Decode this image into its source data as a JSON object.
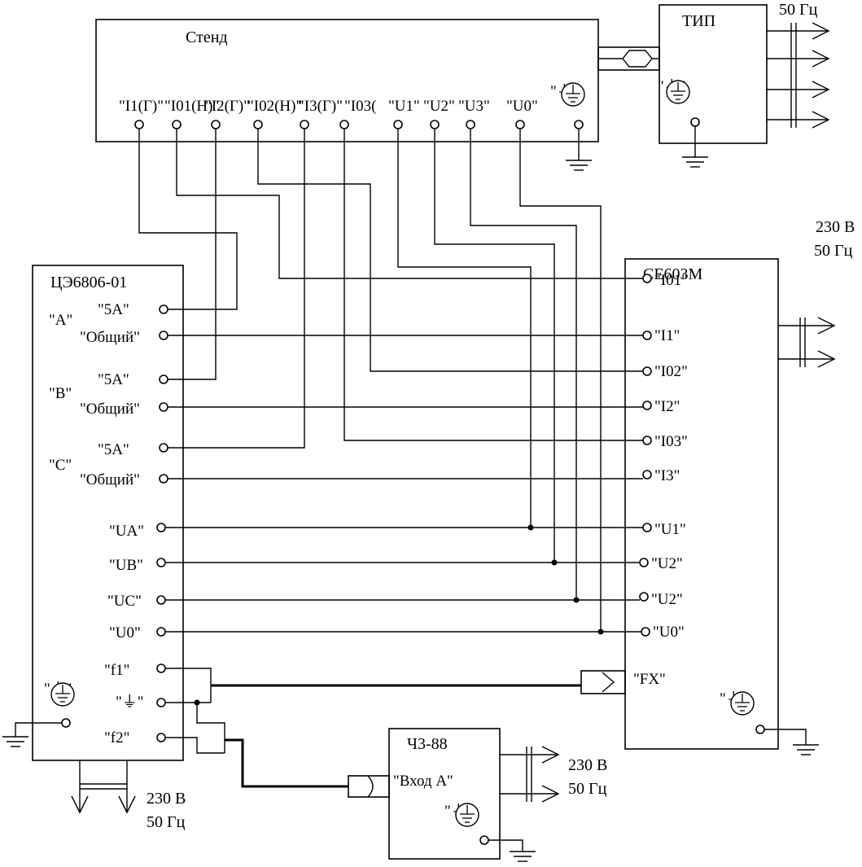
{
  "stend": {
    "title": "Стенд",
    "terminals": [
      "\"I1(Г)\"",
      "\"I01(Н)\"",
      "\"I2(Г)\"",
      "\"I02(Н)\"",
      "\"I3(Г)\"",
      "\"I03(",
      "\"U1\"",
      "\"U2\"",
      "\"U3\"",
      "\"U0\"",
      "\"⏚\""
    ]
  },
  "tip": {
    "title": "ТИП",
    "ground_label": "\"⏚\"",
    "freq_label": "50 Гц"
  },
  "ce6806": {
    "title": "ЦЭ6806-01",
    "phase_labels": [
      "\"A\"",
      "\"B\"",
      "\"C\""
    ],
    "terminals": [
      "\"5A\"",
      "\"Общий\"",
      "\"5A\"",
      "\"Общий\"",
      "\"5A\"",
      "\"Общий\"",
      "\"UA\"",
      "\"UB\"",
      "\"UC\"",
      "\"U0\"",
      "\"f1\"",
      "\"⏚\"",
      "\"f2\""
    ],
    "ground_label": "\"⏚\"",
    "power_voltage": "230 В",
    "power_freq": "50 Гц"
  },
  "ce603m": {
    "title": "СЕ603М",
    "terminals": [
      "\"I01\"",
      "\"I1\"",
      "\"I02\"",
      "\"I2\"",
      "\"I03\"",
      "\"I3\"",
      "\"U1\"",
      "\"U2\"",
      "\"U2\"",
      "\"U0\"",
      "\"FX\""
    ],
    "ground_label": "\"⏚\"",
    "power_voltage": "230 В",
    "power_freq": "50 Гц"
  },
  "ch3_88": {
    "title": "Ч3-88",
    "input_label": "\"Вход А\"",
    "ground_label": "\"⏚\"",
    "power_voltage": "230 В",
    "power_freq": "50 Гц"
  }
}
